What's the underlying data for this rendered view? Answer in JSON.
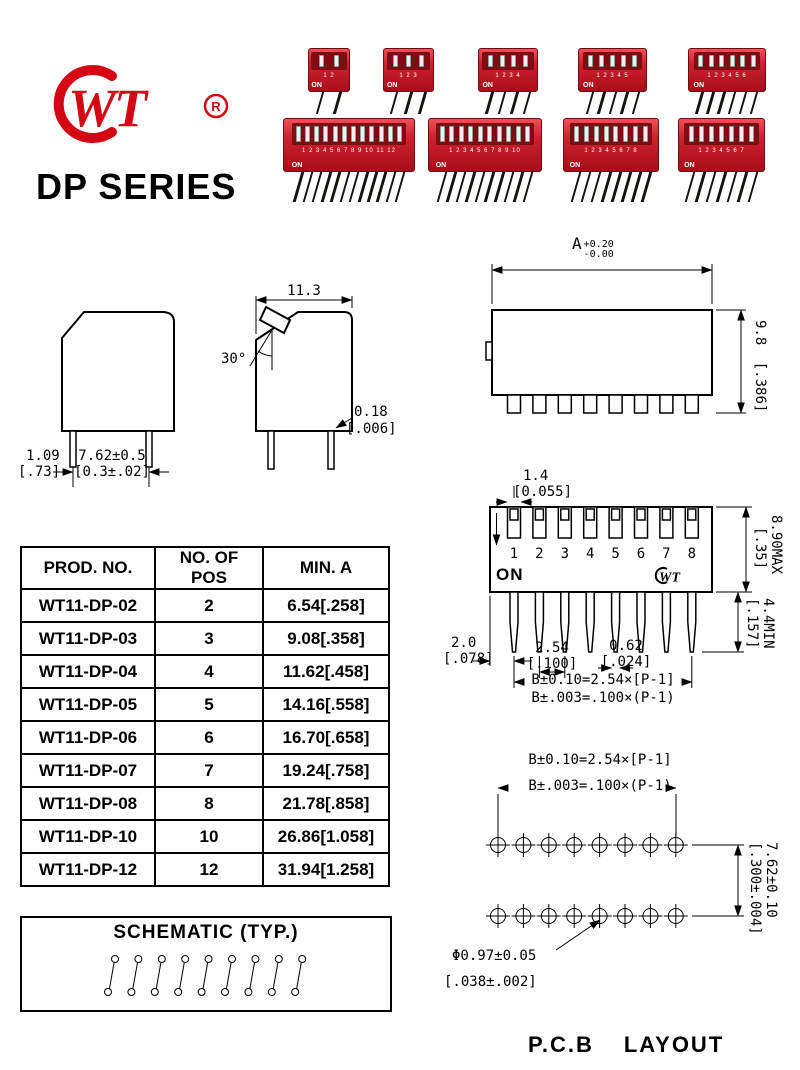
{
  "colors": {
    "brand_red": "#d40613",
    "switch_red": "#cf2030",
    "switch_dark_red": "#7d0d12"
  },
  "logo": {
    "letters": "WT",
    "reg": "R"
  },
  "header": {
    "title": "DP SERIES"
  },
  "products": {
    "on_label": "ON",
    "row1_positions": [
      2,
      3,
      4,
      5,
      6
    ],
    "row2_positions": [
      12,
      10,
      8,
      7
    ]
  },
  "side_view": {
    "top_width": "11.3",
    "angle": "30°",
    "thickness": "0.18",
    "thickness_in": "[.006]",
    "pin_offset": "1.09",
    "pin_offset_in": "[.73]",
    "pitch": "7.62±0.5",
    "pitch_in": "[0.3±.02]"
  },
  "front_view": {
    "dim_letter": "A",
    "tol_plus": "+0.20",
    "tol_minus": "-0.00",
    "height": "9.8",
    "height_in": "[.386]"
  },
  "top_view": {
    "channel_w": "1.4",
    "channel_w_in": "[0.055]",
    "positions": [
      "1",
      "2",
      "3",
      "4",
      "5",
      "6",
      "7",
      "8"
    ],
    "on_label": "ON",
    "depth_max": "8.90MAX",
    "depth_max_in": "[.35]",
    "edge_dist": "2.0",
    "edge_dist_in": "[.078]",
    "pitch": "2.54",
    "pitch_in": "[.100]",
    "pin_w": "0.62",
    "pin_w_in": "[.024]",
    "pin_len": "4.4MIN",
    "pin_len_in": "[.157]",
    "formula_mm": "B±0.10=2.54×[P-1]",
    "formula_in": "B±.003=.100×(P-1)"
  },
  "table": {
    "headers": [
      "PROD. NO.",
      "NO. OF POS",
      "MIN. A"
    ],
    "rows": [
      [
        "WT11-DP-02",
        "2",
        "6.54[.258]"
      ],
      [
        "WT11-DP-03",
        "3",
        "9.08[.358]"
      ],
      [
        "WT11-DP-04",
        "4",
        "11.62[.458]"
      ],
      [
        "WT11-DP-05",
        "5",
        "14.16[.558]"
      ],
      [
        "WT11-DP-06",
        "6",
        "16.70[.658]"
      ],
      [
        "WT11-DP-07",
        "7",
        "19.24[.758]"
      ],
      [
        "WT11-DP-08",
        "8",
        "21.78[.858]"
      ],
      [
        "WT11-DP-10",
        "10",
        "26.86[1.058]"
      ],
      [
        "WT11-DP-12",
        "12",
        "31.94[1.258]"
      ]
    ]
  },
  "schematic": {
    "title": "SCHEMATIC (TYP.)",
    "poles": 9
  },
  "pcb": {
    "formula_mm": "B±0.10=2.54×[P-1]",
    "formula_in": "B±.003=.100×(P-1)",
    "row_pitch": "7.62±0.10",
    "row_pitch_in": "[.300±.004]",
    "hole_dia": "Φ0.97±0.05",
    "hole_dia_in": "[.038±.002]",
    "pads_per_row": 8,
    "caption_1": "P.C.B",
    "caption_2": "LAYOUT"
  }
}
